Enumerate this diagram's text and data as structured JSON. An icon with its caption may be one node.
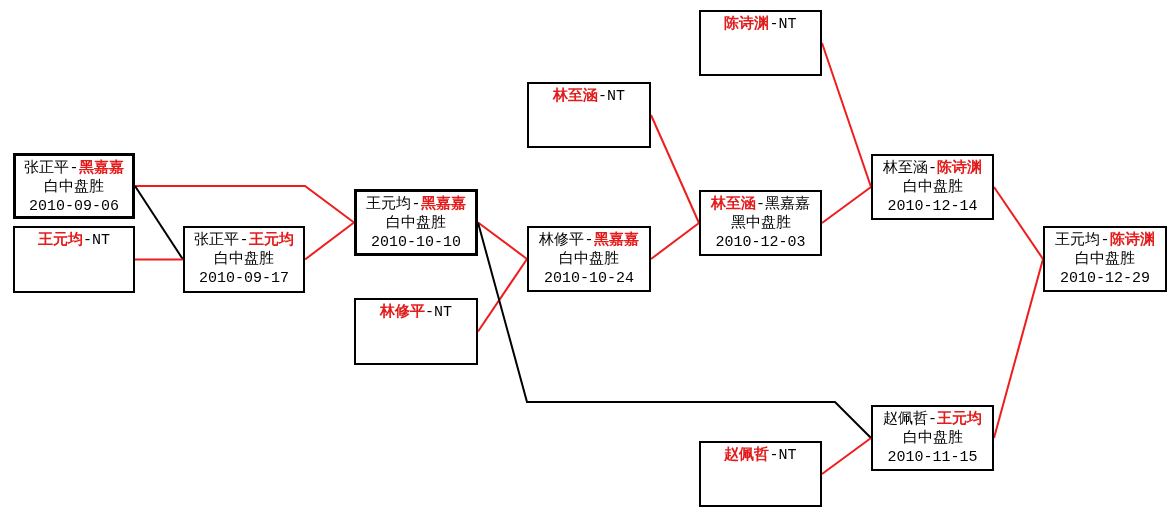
{
  "diagram": {
    "nodes": [
      {
        "text": [
          "张正平-**黑嘉嘉**",
          "白中盘胜",
          "2010-09-06"
        ]
      },
      {
        "text": [
          "**王元均**-NT"
        ]
      },
      {
        "text": [
          "张正平-**王元均**",
          "白中盘胜",
          "2010-09-17"
        ]
      },
      {
        "text": [
          "王元均-**黑嘉嘉**",
          "白中盘胜",
          "2010-10-10"
        ]
      },
      {
        "text": [
          "**林修平**-NT"
        ]
      },
      {
        "text": [
          "**林至涵**-NT"
        ]
      },
      {
        "text": [
          "林修平-**黑嘉嘉**",
          "白中盘胜",
          "2010-10-24"
        ]
      },
      {
        "text": [
          "**陈诗渊**-NT"
        ]
      },
      {
        "text": [
          "**林至涵**-黑嘉嘉",
          "黑中盘胜",
          "2010-12-03"
        ]
      },
      {
        "text": [
          "**赵佩哲**-NT"
        ]
      },
      {
        "text": [
          "林至涵-**陈诗渊**",
          "白中盘胜",
          "2010-12-14"
        ]
      },
      {
        "text": [
          "赵佩哲-**王元均**",
          "白中盘胜",
          "2010-11-15"
        ]
      },
      {
        "text": [
          "王元均-**陈诗渊**",
          "白中盘胜",
          "2010-12-29"
        ]
      }
    ],
    "edges": [
      {
        "from": 0,
        "to": 3,
        "arrow": "none"
      },
      {
        "from": 0,
        "to": 2,
        "arrow": "none",
        "color": "#000000"
      },
      {
        "from": 1,
        "to": 2,
        "arrow": "none"
      },
      {
        "from": 2,
        "to": 3,
        "arrow": "none"
      },
      {
        "from": 3,
        "to": 6,
        "arrow": "none"
      },
      {
        "from": 4,
        "to": 6,
        "arrow": "none"
      },
      {
        "from": 3,
        "to": 11,
        "arrow": "none",
        "color": "#000000"
      },
      {
        "from": 5,
        "to": 8,
        "arrow": "none"
      },
      {
        "from": 6,
        "to": 8,
        "arrow": "none"
      },
      {
        "from": 7,
        "to": 10,
        "arrow": "none"
      },
      {
        "from": 8,
        "to": 10,
        "arrow": "none"
      },
      {
        "from": 9,
        "to": 11,
        "arrow": "none"
      },
      {
        "from": 10,
        "to": 12,
        "arrow": "none"
      },
      {
        "from": 11,
        "to": 12,
        "arrow": "none"
      }
    ]
  }
}
